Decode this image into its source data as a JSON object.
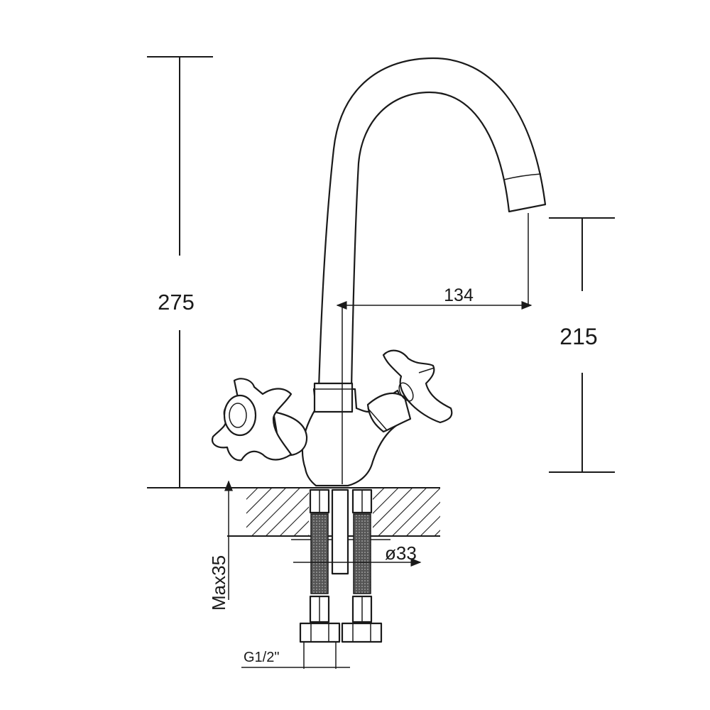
{
  "diagram": {
    "subject": "faucet",
    "dimensions": {
      "total_height": "275",
      "spout_reach": "134",
      "spout_height": "215",
      "hole_diameter": "ø33",
      "max_counter_thickness": "Max35",
      "connection_thread": "G1/2\""
    }
  }
}
